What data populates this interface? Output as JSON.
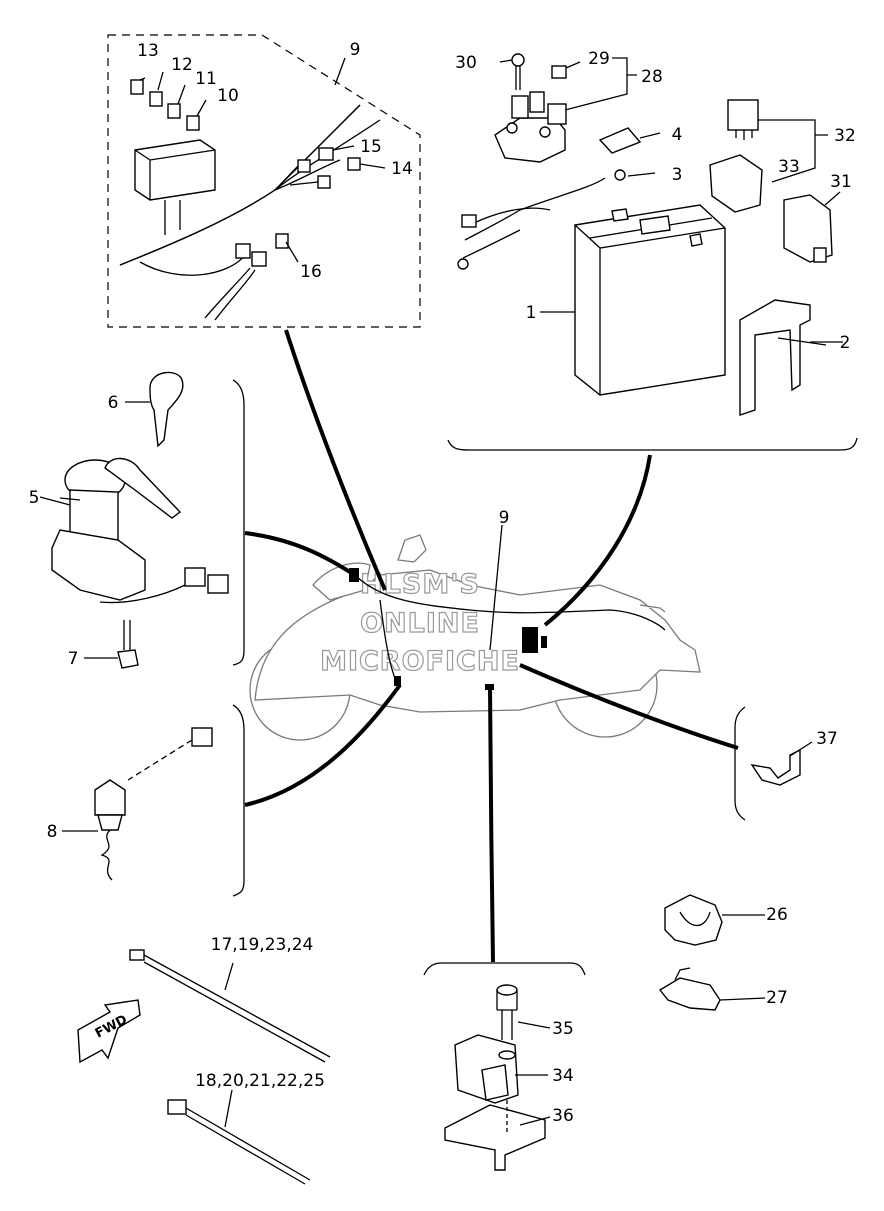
{
  "watermark": {
    "line1": "HLSM'S",
    "line2": "ONLINE",
    "line3": "MICROFICHE"
  },
  "fwd_label": "FWD",
  "callouts": {
    "c1": "1",
    "c2": "2",
    "c3": "3",
    "c4": "4",
    "c5": "5",
    "c6": "6",
    "c7": "7",
    "c8": "8",
    "c9_top": "9",
    "c9_center": "9",
    "c10": "10",
    "c11": "11",
    "c12": "12",
    "c13": "13",
    "c14": "14",
    "c15": "15",
    "c16": "16",
    "c17_19_23_24": "17,19,23,24",
    "c18_20_21_22_25": "18,20,21,22,25",
    "c26": "26",
    "c27": "27",
    "c28": "28",
    "c29": "29",
    "c30": "30",
    "c31": "31",
    "c32": "32",
    "c33": "33",
    "c34": "34",
    "c35": "35",
    "c36": "36",
    "c37": "37"
  }
}
